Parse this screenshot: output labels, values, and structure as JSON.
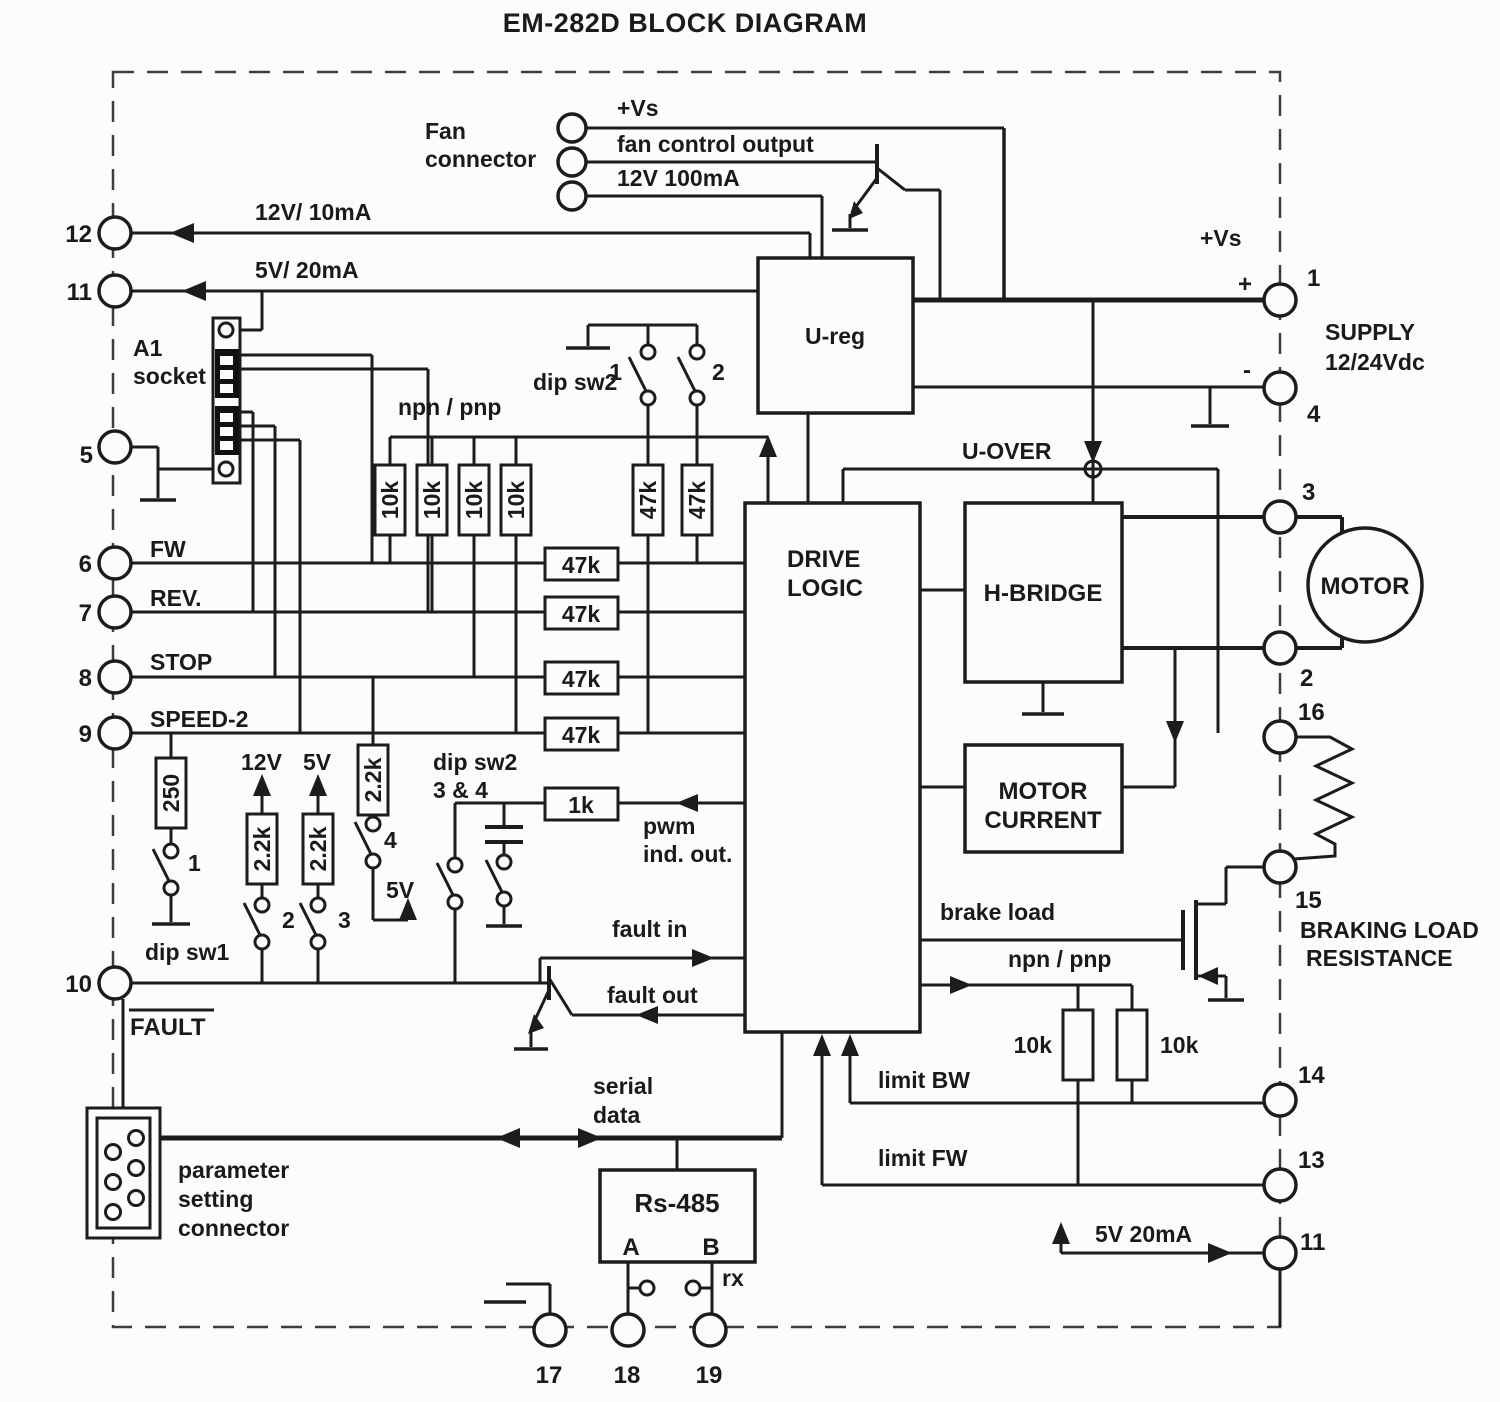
{
  "title": "EM-282D BLOCK DIAGRAM",
  "colors": {
    "line": "#1c1c1c",
    "background": "#fcfcfc",
    "text": "#1a1a1a"
  },
  "fan": {
    "label1": "Fan",
    "label2": "connector",
    "pin_vs": "+Vs",
    "pin_ctrl": "fan control output",
    "pin_12v": "12V 100mA"
  },
  "outputs": {
    "v12": "12V/ 10mA",
    "v5": "5V/ 20mA"
  },
  "socket": {
    "line1": "A1",
    "line2": "socket"
  },
  "inputs": {
    "fw": "FW",
    "rev": "REV.",
    "stop": "STOP",
    "speed2": "SPEED-2",
    "fault": "FAULT",
    "dipsw1": "dip sw1"
  },
  "pull": {
    "npn_pnp": "npn / pnp",
    "dipsw2": "dip sw2",
    "sw1": "1",
    "sw2": "2"
  },
  "resistors": {
    "r10k": "10k",
    "r47k": "47k",
    "r250": "250",
    "r2k2": "2.2k",
    "r1k": "1k"
  },
  "blocks": {
    "ureg": "U-reg",
    "uover": "U-OVER",
    "drive1": "DRIVE",
    "drive2": "LOGIC",
    "hbridge": "H-BRIDGE",
    "mc1": "MOTOR",
    "mc2": "CURRENT",
    "rs485": "Rs-485",
    "motor": "MOTOR"
  },
  "supply": {
    "vs": "+Vs",
    "plus": "+",
    "minus": "-",
    "line1": "SUPPLY",
    "line2": "12/24Vdc"
  },
  "rails": {
    "v12": "12V",
    "v5": "5V",
    "v5b": "5V",
    "dip34a": "dip sw2",
    "dip34b": "3 & 4",
    "sw1": "1",
    "sw2": "2",
    "sw3": "3",
    "sw4": "4"
  },
  "signals": {
    "pwm1": "pwm",
    "pwm2": "ind. out.",
    "fault_in": "fault in",
    "fault_out": "fault out",
    "brake_load": "brake load",
    "npn_pnp": "npn / pnp",
    "r10k_l": "10k",
    "r10k_r": "10k",
    "limit_bw": "limit BW",
    "limit_fw": "limit FW",
    "serial1": "serial",
    "serial2": "data",
    "v5_20": "5V 20mA",
    "rx": "rx",
    "a": "A",
    "b": "B"
  },
  "braking": {
    "line1": "BRAKING LOAD",
    "line2": "RESISTANCE"
  },
  "param": {
    "line1": "parameter",
    "line2": "setting",
    "line3": "connector"
  },
  "terminals": {
    "t1": "1",
    "t2": "2",
    "t3": "3",
    "t4": "4",
    "t5": "5",
    "t6": "6",
    "t7": "7",
    "t8": "8",
    "t9": "9",
    "t10": "10",
    "t11": "11",
    "t11b": "11",
    "t12": "12",
    "t13": "13",
    "t14": "14",
    "t15": "15",
    "t16": "16",
    "t17": "17",
    "t18": "18",
    "t19": "19"
  }
}
